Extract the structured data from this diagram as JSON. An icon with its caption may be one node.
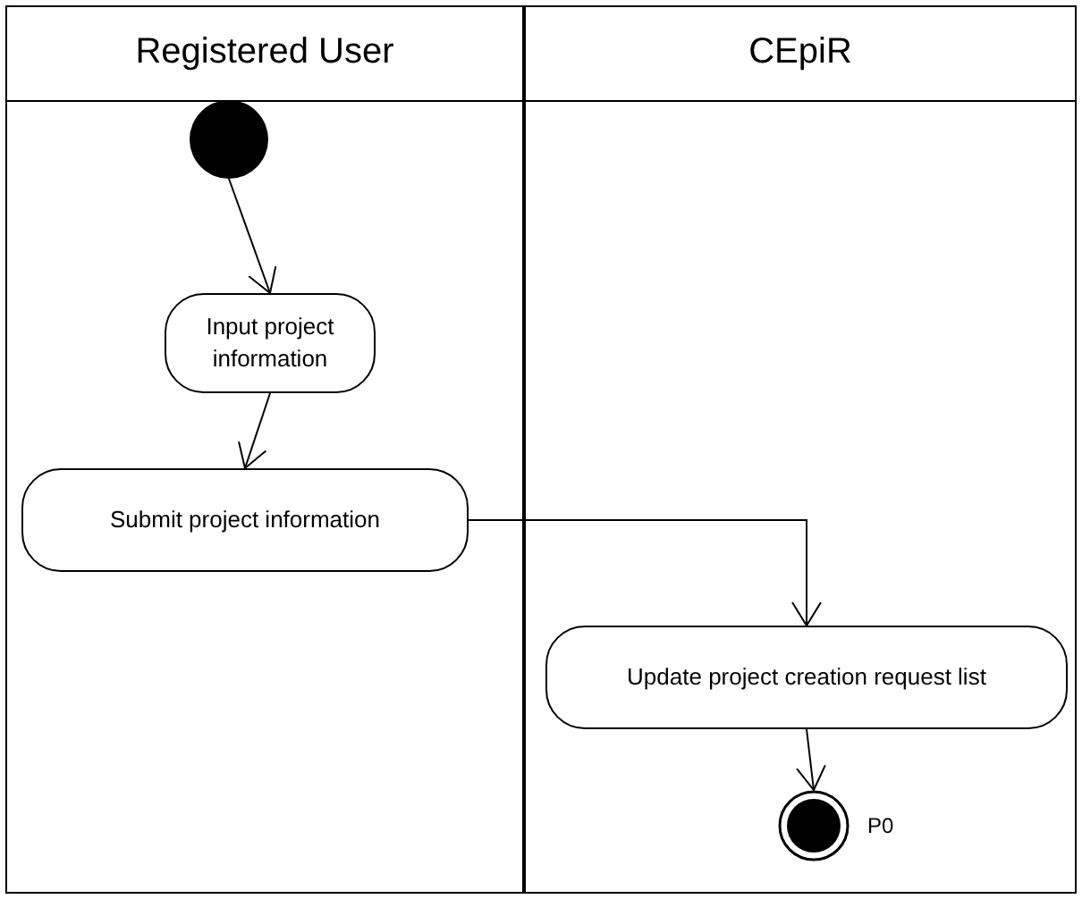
{
  "diagram": {
    "nodes": [
      {
        "text": [
          "Registered User"
        ]
      },
      {
        "text": [
          "CEpiR"
        ]
      },
      {
        "text": [],
        "shape": "circle",
        "in": 0
      },
      {
        "text": [
          "Input project information"
        ],
        "in": 0
      },
      {
        "text": [
          "Submit project information"
        ],
        "in": 0
      },
      {
        "text": [
          "Update project creation request list"
        ],
        "in": 1
      },
      {
        "text": [],
        "shape": "circle",
        "in": 1,
        "beside": [
          "P0"
        ]
      }
    ],
    "edges": [
      {
        "from": 2,
        "to": 3,
        "arrow": "to"
      },
      {
        "from": 3,
        "to": 4,
        "arrow": "to"
      },
      {
        "from": 4,
        "to": 5,
        "arrow": "to"
      },
      {
        "from": 5,
        "to": 6,
        "arrow": "to"
      }
    ]
  }
}
